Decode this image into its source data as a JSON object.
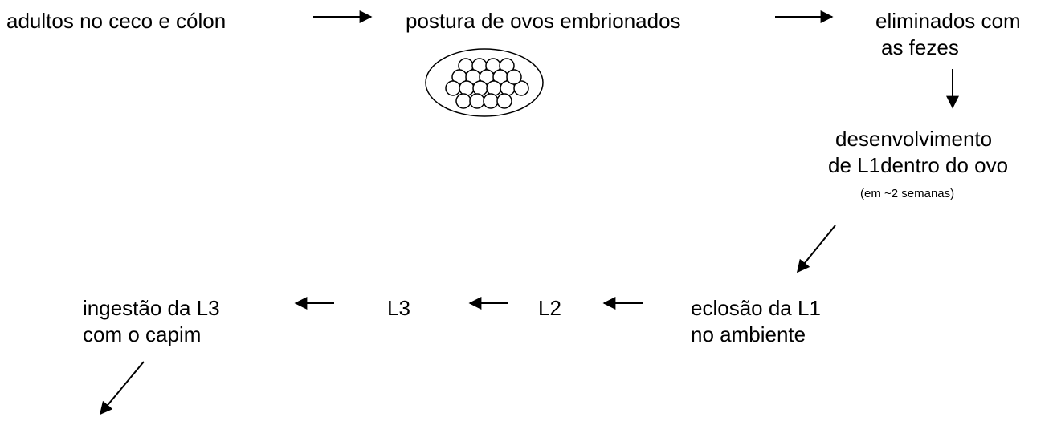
{
  "nodes": {
    "adults": "adultos no ceco e cólon",
    "eggs_laid": "postura de ovos embrionados",
    "eliminated": [
      "eliminados com",
      "as fezes"
    ],
    "development": [
      "desenvolvimento",
      "de L1dentro do ovo"
    ],
    "development_note": "(em ~2 semanas)",
    "hatching": [
      "eclosão da L1",
      "no ambiente"
    ],
    "l2": "L2",
    "l3": "L3",
    "ingestion": [
      "ingestão da L3",
      "com o capim"
    ]
  },
  "icons": {
    "egg": "embryonated-egg-icon",
    "arrow": "arrow-icon"
  },
  "colors": {
    "ink": "#000000",
    "background": "#ffffff"
  }
}
